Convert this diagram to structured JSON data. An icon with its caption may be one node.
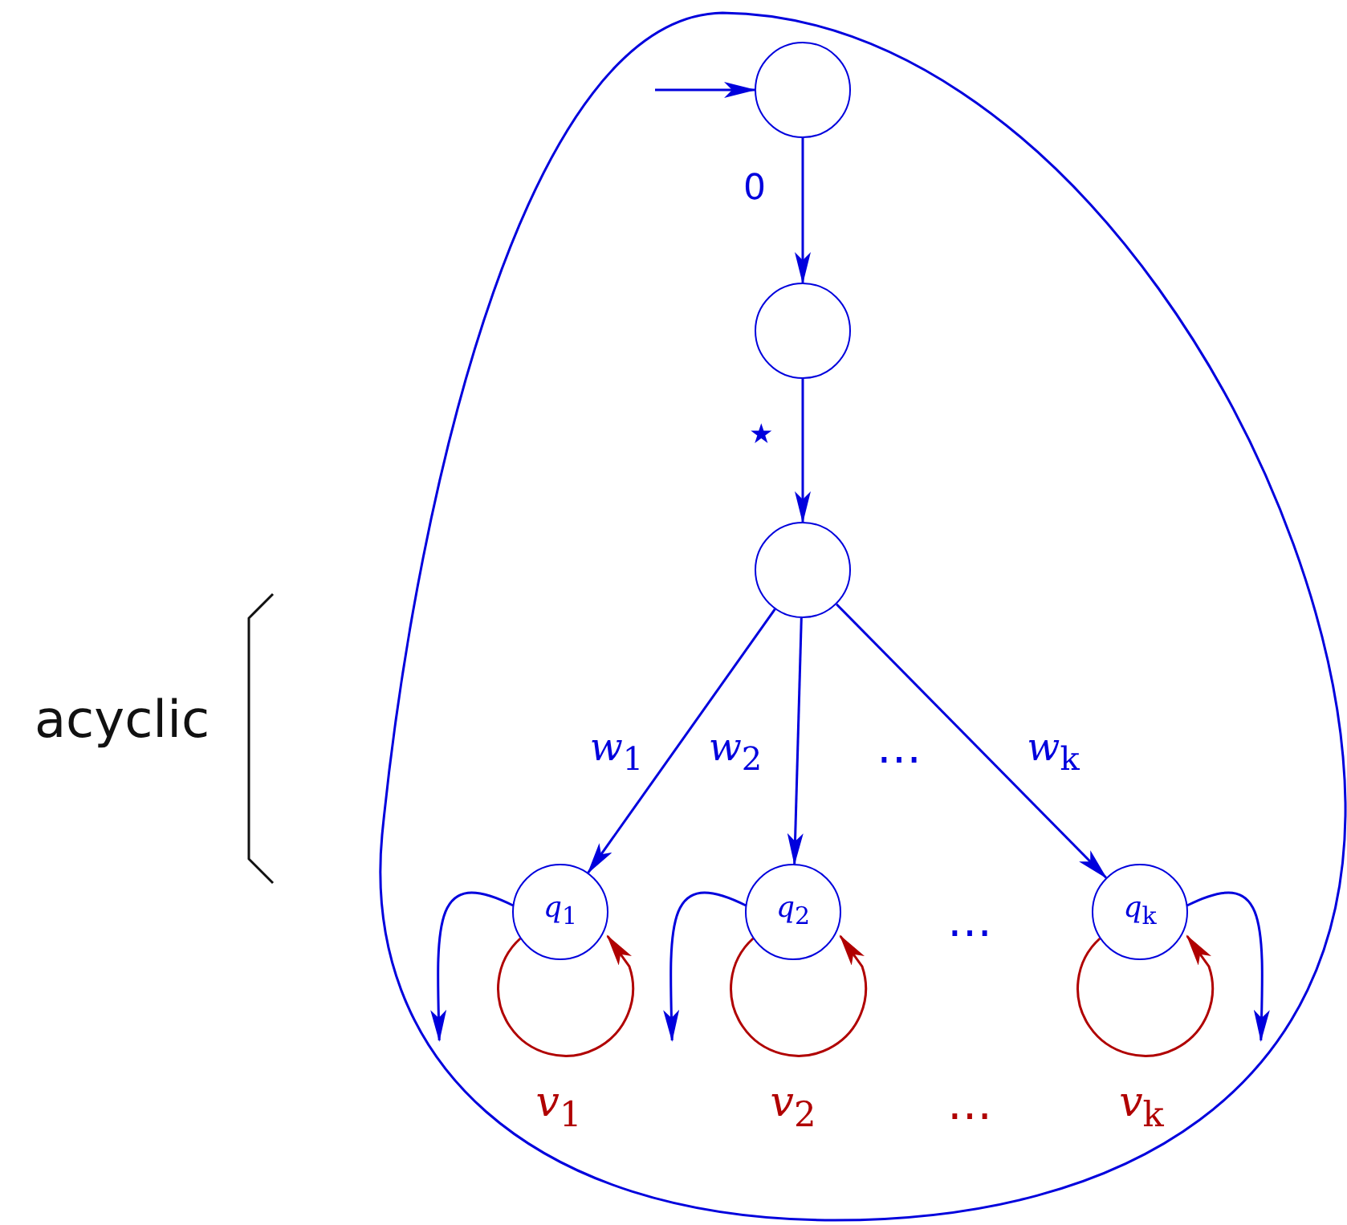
{
  "diagram": {
    "nodes": [
      {
        "text": [],
        "shape": "cloud"
      },
      {
        "text": [],
        "shape": "circle",
        "in": 0
      },
      {
        "text": [],
        "shape": "circle",
        "in": 0
      },
      {
        "text": [],
        "shape": "circle",
        "in": 0
      },
      {
        "text": [
          "*q*$_{1}$"
        ],
        "in": 0
      },
      {
        "text": [
          "*q*$_{2}$"
        ],
        "in": 0
      },
      {
        "text": [
          "*q*$_{k}$"
        ],
        "in": 0
      }
    ],
    "edges": [
      {
        "from": null,
        "to": 1,
        "arrow": "to"
      },
      {
        "from": 1,
        "to": 2,
        "arrow": "to",
        "label": "0"
      },
      {
        "from": 2,
        "to": 3,
        "arrow": "to",
        "label": "⋆"
      },
      {
        "from": 3,
        "to": 4,
        "arrow": "to",
        "label": "*w*$_{1}$"
      },
      {
        "from": 3,
        "to": 5,
        "arrow": "to",
        "label": "*w*$_{2}$"
      },
      {
        "from": 3,
        "to": 6,
        "arrow": "to",
        "label": "*w*$_{k}$"
      },
      {
        "from": 4,
        "to": null,
        "arrow": "to"
      },
      {
        "from": 4,
        "to": 4,
        "arrow": "to",
        "label": "*v*$_{1}$",
        "color": "#b00000"
      },
      {
        "from": 5,
        "to": null,
        "arrow": "to"
      },
      {
        "from": 5,
        "to": 5,
        "arrow": "to",
        "label": "*v*$_{2}$",
        "color": "#b00000"
      },
      {
        "from": 6,
        "to": 6,
        "arrow": "to",
        "label": "*v*$_{k}$",
        "color": "#b00000"
      },
      {
        "from": 6,
        "to": null,
        "arrow": "to"
      }
    ],
    "labels": [
      "acyclic",
      "…",
      "…",
      "…"
    ]
  }
}
